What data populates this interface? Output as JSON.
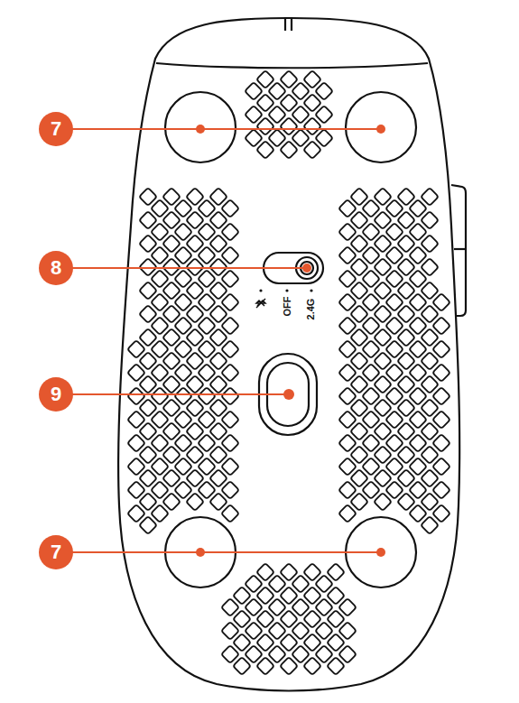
{
  "diagram": {
    "labels": [
      "7",
      "8",
      "9",
      "7",
      "OFF",
      "2.4G"
    ]
  }
}
